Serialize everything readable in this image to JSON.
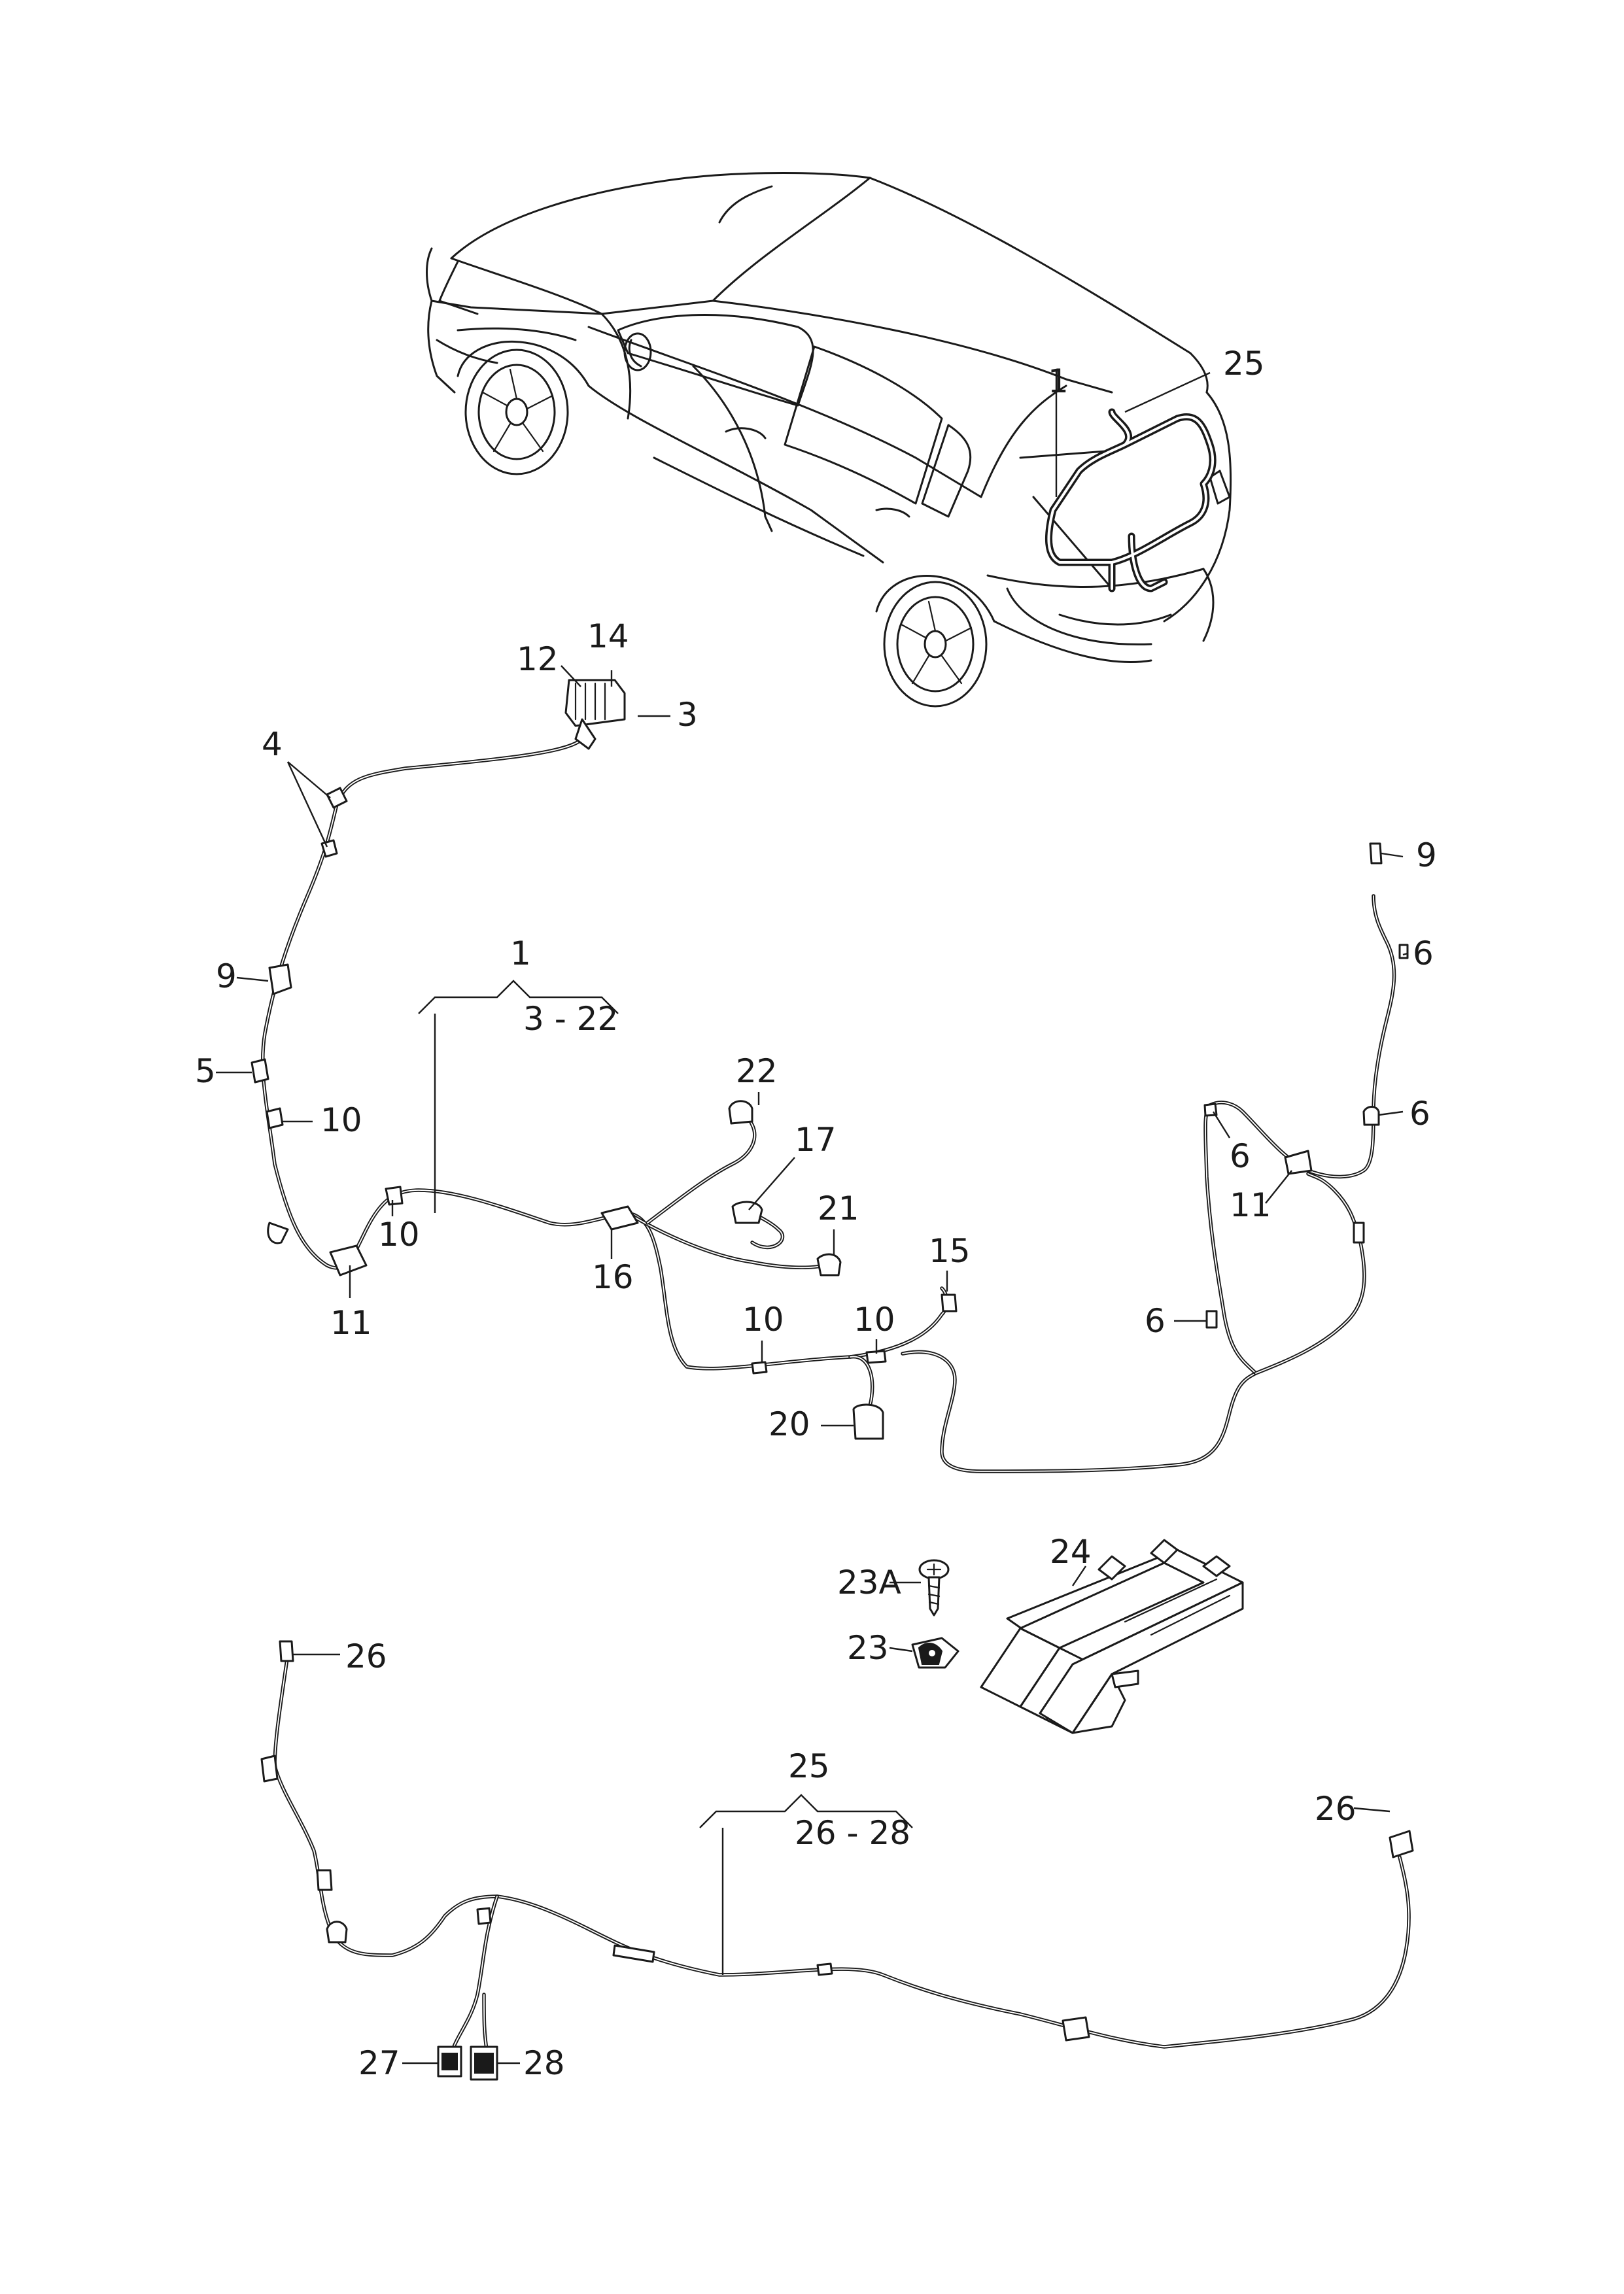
{
  "callouts": {
    "car_main_harness": "1",
    "car_roof_harness": "25",
    "c12": "12",
    "c14": "14",
    "c3": "3",
    "c4": "4",
    "c9_left": "9",
    "c5": "5",
    "c10_left": "10",
    "c10_mid": "10",
    "c11_left": "11",
    "c16": "16",
    "c22": "22",
    "c17": "17",
    "c21": "21",
    "c15": "15",
    "c10_a": "10",
    "c10_b": "10",
    "c20": "20",
    "c9_right": "9",
    "c6_a": "6",
    "c6_b": "6",
    "c6_c": "6",
    "c11_right": "11",
    "c6_d": "6",
    "c24": "24",
    "c23a": "23A",
    "c23": "23",
    "c26_left": "26",
    "c26_right": "26",
    "c27": "27",
    "c28": "28"
  },
  "groups": {
    "harness_1": {
      "number": "1",
      "range": "3 - 22"
    },
    "harness_25": {
      "number": "25",
      "range": "26 - 28"
    }
  }
}
